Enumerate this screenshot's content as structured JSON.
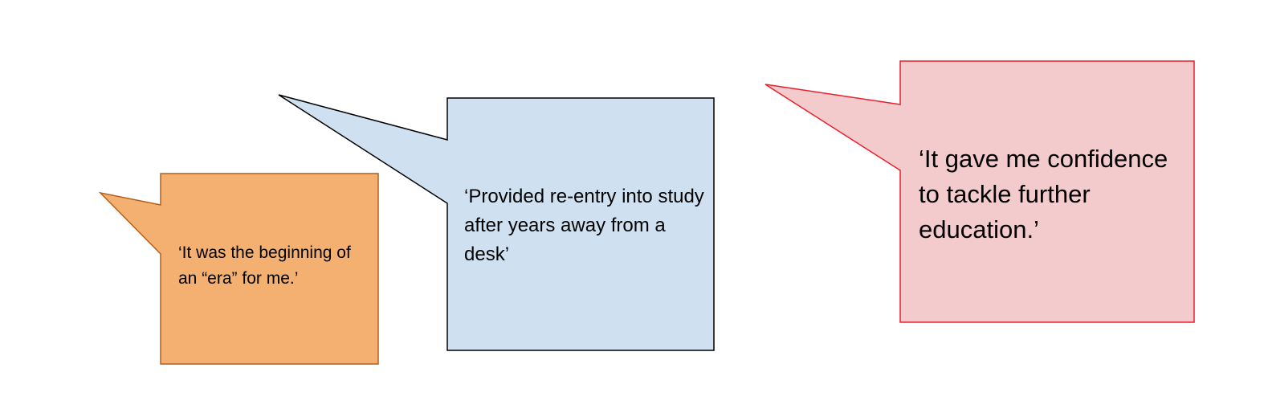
{
  "callouts": [
    {
      "id": "orange",
      "quote": "‘It was the beginning of an “era” for me.’",
      "fill": "#f4b071",
      "stroke": "#b45f1a"
    },
    {
      "id": "blue",
      "quote": "‘Provided re-entry into study after years away from a desk’",
      "fill": "#cfe1f1",
      "stroke": "#000000"
    },
    {
      "id": "red",
      "quote": "‘It gave me confidence to tackle further education.’",
      "fill": "#f3cbcc",
      "stroke": "#e8202a"
    }
  ]
}
